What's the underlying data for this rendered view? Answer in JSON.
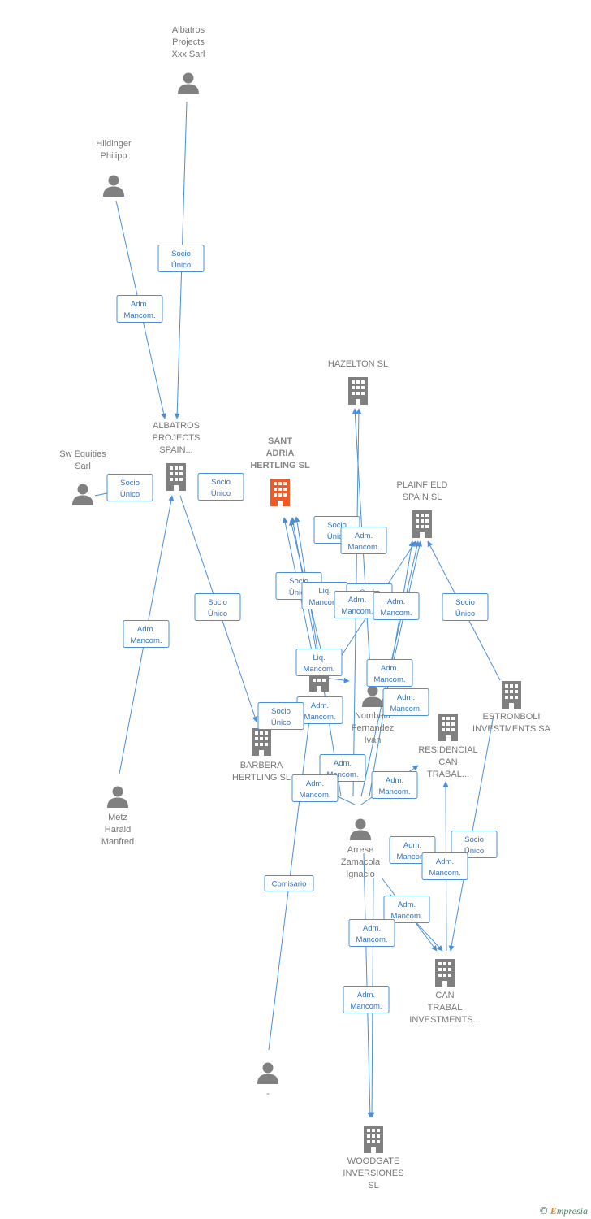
{
  "colors": {
    "edge": "#4a8fd8",
    "person": "#808080",
    "company": "#808080",
    "focus_company": "#f05a28"
  },
  "nodes": [
    {
      "id": "albatros_xxx",
      "type": "person",
      "label": [
        "Albatros",
        "Projects",
        "Xxx Sarl"
      ]
    },
    {
      "id": "hildinger",
      "type": "person",
      "label": [
        "Hildinger",
        "Philipp"
      ]
    },
    {
      "id": "albatros_spain",
      "type": "company",
      "label": [
        "ALBATROS",
        "PROJECTS",
        "SPAIN..."
      ]
    },
    {
      "id": "sw_equities",
      "type": "person",
      "label": [
        "Sw Equities",
        "Sarl"
      ]
    },
    {
      "id": "sant_adria",
      "type": "company",
      "focus": true,
      "label": [
        "SANT",
        "ADRIA",
        "HERTLING  SL"
      ]
    },
    {
      "id": "hazelton",
      "type": "company",
      "label": [
        "HAZELTON  SL"
      ]
    },
    {
      "id": "plainfield",
      "type": "company",
      "label": [
        "PLAINFIELD",
        "SPAIN  SL"
      ]
    },
    {
      "id": "hidden_co",
      "type": "company",
      "label": [
        ""
      ]
    },
    {
      "id": "nombela",
      "type": "person",
      "label": [
        "Nombela",
        "Fernandez",
        "Ivan"
      ]
    },
    {
      "id": "estronboli",
      "type": "company",
      "label": [
        "ESTRONBOLI",
        "INVESTMENTS SA"
      ]
    },
    {
      "id": "residencial",
      "type": "company",
      "label": [
        "RESIDENCIAL",
        "CAN",
        "TRABAL..."
      ]
    },
    {
      "id": "barbera",
      "type": "company",
      "label": [
        "BARBERA",
        "HERTLING  SL"
      ]
    },
    {
      "id": "metz",
      "type": "person",
      "label": [
        "Metz",
        "Harald",
        "Manfred"
      ]
    },
    {
      "id": "arrese",
      "type": "person",
      "label": [
        "Arrese",
        "Zamacola",
        "Ignacio"
      ]
    },
    {
      "id": "can_trabal",
      "type": "company",
      "label": [
        "CAN",
        "TRABAL",
        "INVESTMENTS..."
      ]
    },
    {
      "id": "dash_person",
      "type": "person",
      "label": [
        "-"
      ]
    },
    {
      "id": "woodgate",
      "type": "company",
      "label": [
        "WOODGATE",
        "INVERSIONES",
        "SL"
      ]
    }
  ],
  "edges": [
    {
      "label": [
        "Socio",
        "Único"
      ]
    },
    {
      "label": [
        "Adm.",
        "Mancom."
      ]
    },
    {
      "label": [
        "Socio",
        "Único"
      ]
    },
    {
      "label": [
        "Socio",
        "Único"
      ]
    },
    {
      "label": [
        "Adm.",
        "Mancom."
      ]
    },
    {
      "label": [
        "Socio",
        "Único"
      ]
    },
    {
      "label": [
        "Socio",
        "Único"
      ]
    },
    {
      "label": [
        "Adm.",
        "Mancom."
      ]
    },
    {
      "label": [
        "Socio",
        "Único"
      ]
    },
    {
      "label": [
        "Liq.",
        "Mancom."
      ]
    },
    {
      "label": [
        "Socio",
        "Único"
      ]
    },
    {
      "label": [
        "Adm.",
        "Mancom."
      ]
    },
    {
      "label": [
        "Adm.",
        "Mancom."
      ]
    },
    {
      "label": [
        "Liq.",
        "Mancom."
      ]
    },
    {
      "label": [
        "Adm.",
        "Mancom."
      ]
    },
    {
      "label": [
        "Adm.",
        "Mancom."
      ]
    },
    {
      "label": [
        "Socio",
        "Único"
      ]
    },
    {
      "label": [
        "Adm.",
        "Mancom."
      ]
    },
    {
      "label": [
        "Adm.",
        "Mancom."
      ]
    },
    {
      "label": [
        "Adm.",
        "Mancom."
      ]
    },
    {
      "label": [
        "Adm.",
        "Mancom."
      ]
    },
    {
      "label": [
        "Socio",
        "Único"
      ]
    },
    {
      "label": [
        "Adm.",
        "Mancom."
      ]
    },
    {
      "label": [
        "Adm.",
        "Mancom."
      ]
    },
    {
      "label": [
        "Comisario"
      ]
    },
    {
      "label": [
        "Adm.",
        "Mancom."
      ]
    },
    {
      "label": [
        "Adm.",
        "Mancom."
      ]
    },
    {
      "label": [
        "Socio",
        "Único"
      ]
    },
    {
      "label": [
        "Adm.",
        "Mancom."
      ]
    }
  ],
  "footer": {
    "copyright": "©",
    "brand_first": "E",
    "brand_rest": "mpresia"
  }
}
